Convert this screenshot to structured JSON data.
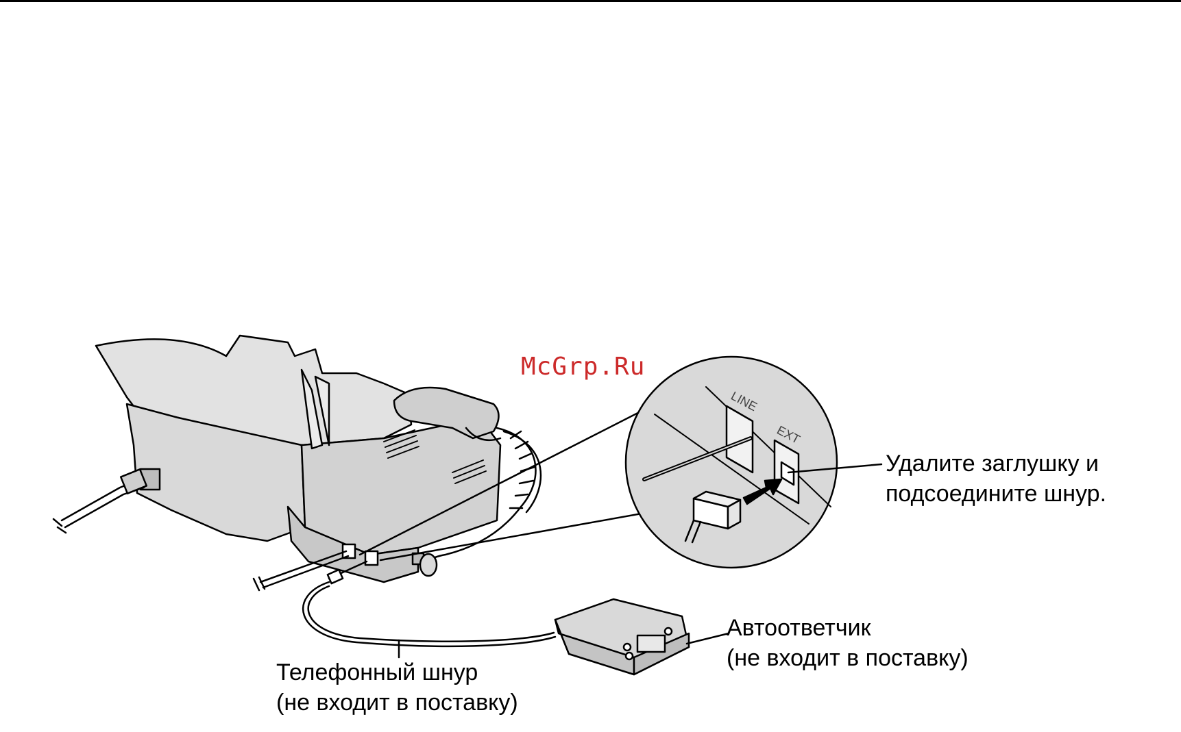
{
  "watermark": "McGrp.Ru",
  "port_labels": {
    "line": "LINE",
    "ext": "EXT"
  },
  "callouts": {
    "remove_cap": {
      "line1": "Удалите заглушку и",
      "line2": "подсоедините шнур."
    },
    "answering_machine": {
      "line1": "Автоответчик",
      "line2": "(не входит в поставку)"
    },
    "telephone_cord": {
      "line1": "Телефонный шнур",
      "line2": "(не входит в поставку)"
    }
  },
  "colors": {
    "device_fill": "#d9d9d9",
    "device_dark": "#bdbdbd",
    "outline": "#000000",
    "watermark": "#cc2a2a"
  }
}
